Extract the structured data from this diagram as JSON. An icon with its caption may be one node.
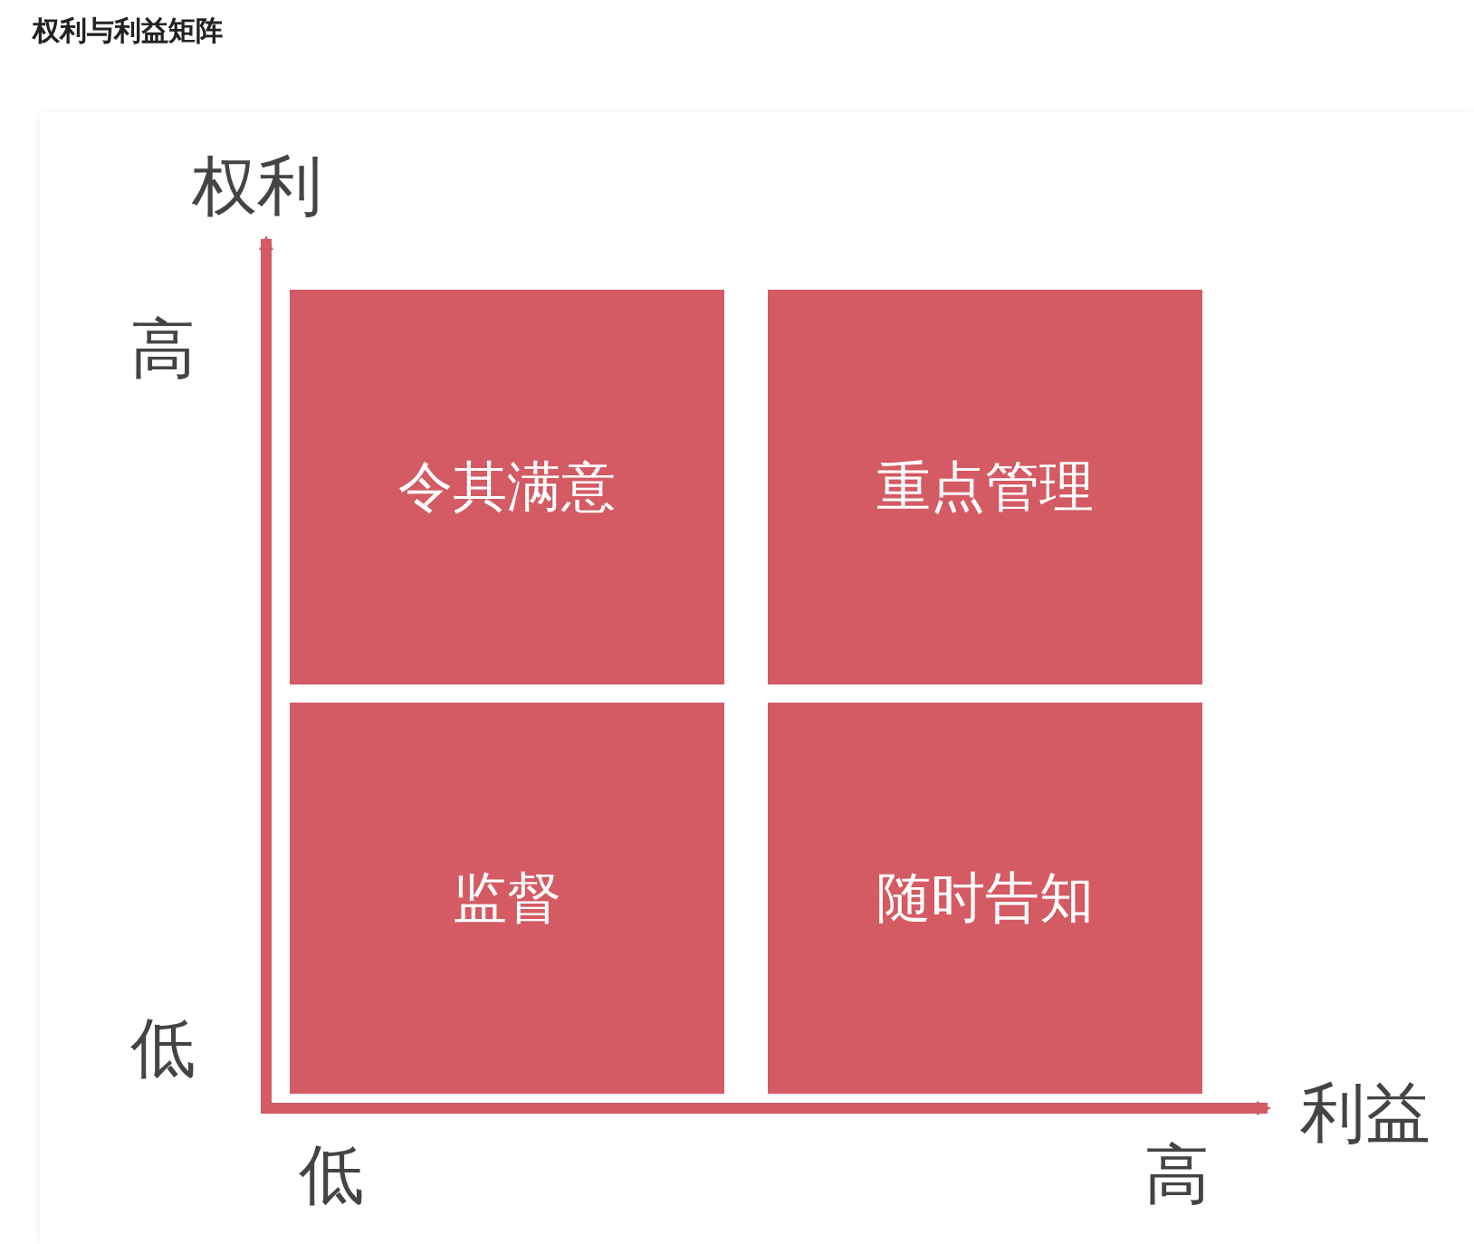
{
  "diagram": {
    "title": "权利与利益矩阵",
    "nodes": [
      {
        "text": [
          "令其满意"
        ]
      },
      {
        "text": [
          "重点管理"
        ]
      },
      {
        "text": [
          "监督"
        ]
      },
      {
        "text": [
          "随时告知"
        ]
      }
    ],
    "labels": [
      "权利",
      "高",
      "低",
      "利益",
      "低",
      "高"
    ]
  }
}
